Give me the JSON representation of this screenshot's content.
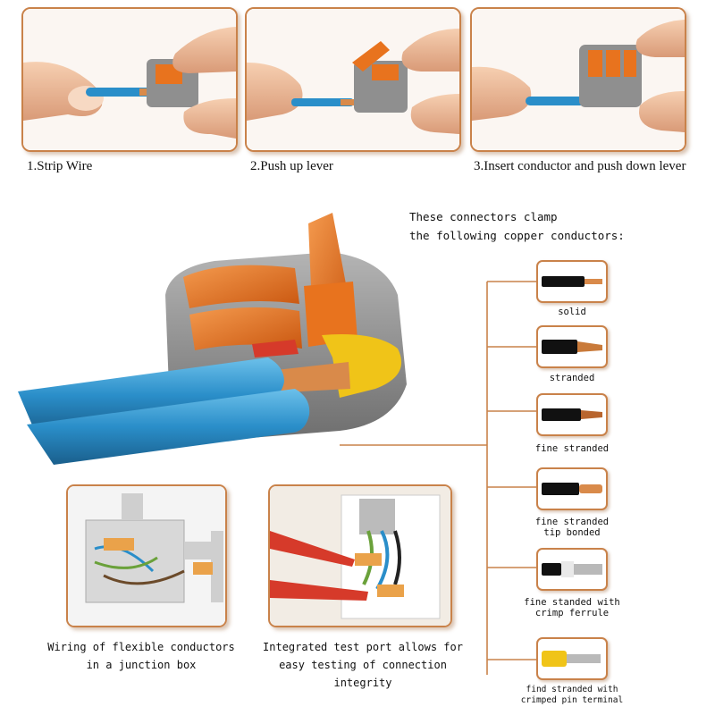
{
  "steps": [
    {
      "caption": "1.Strip Wire"
    },
    {
      "caption": "2.Push up lever"
    },
    {
      "caption": "3.Insert conductor and push down lever"
    }
  ],
  "intro": {
    "line1": "These connectors clamp",
    "line2": "the following copper conductors:"
  },
  "conductors": [
    {
      "label1": "solid",
      "label2": ""
    },
    {
      "label1": "stranded",
      "label2": ""
    },
    {
      "label1": "fine stranded",
      "label2": ""
    },
    {
      "label1": "fine stranded",
      "label2": "tip bonded"
    },
    {
      "label1": "fine standed with",
      "label2": "crimp ferrule"
    },
    {
      "label1": "find stranded with",
      "label2": "crimped pin terminal"
    }
  ],
  "insets": [
    {
      "caption1": "Wiring of flexible conductors",
      "caption2": "in a junction box"
    },
    {
      "caption1": "Integrated test port allows for",
      "caption2": "easy testing of connection integrity"
    }
  ],
  "colors": {
    "frame": "#c9824a",
    "lever": "#e8731e",
    "wire": "#2a8ec9",
    "housing": "#8d8d8d",
    "clamp": "#f0c418",
    "copper": "#d98a4a",
    "skin": "#f0bd9a"
  }
}
